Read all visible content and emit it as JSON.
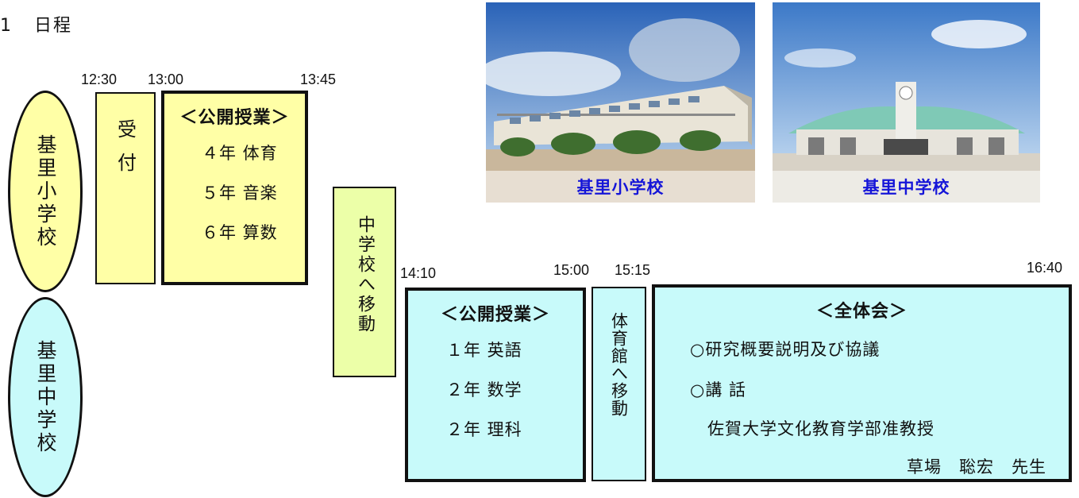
{
  "heading": {
    "number": "1",
    "title": "日程"
  },
  "schools": {
    "elementary": "基里小学校",
    "junior_high": "基里中学校"
  },
  "times": {
    "t1230": "12:30",
    "t1300": "13:00",
    "t1345": "13:45",
    "t1410": "14:10",
    "t1500": "15:00",
    "t1515": "15:15",
    "t1640": "16:40"
  },
  "reception": "受付",
  "elementary_lessons": {
    "title": "＜公開授業＞",
    "items": [
      "４年 体育",
      "５年 音楽",
      "６年 算数"
    ]
  },
  "move_to_jh": "中学校へ移動",
  "jh_lessons": {
    "title": "＜公開授業＞",
    "items": [
      "１年 英語",
      "２年 数学",
      "２年 理科"
    ]
  },
  "move_to_gym": "体育館へ移動",
  "general_meeting": {
    "title": "＜全体会＞",
    "item1": "○研究概要説明及び協議",
    "item2": "○講 話",
    "lecturer_affiliation": "佐賀大学文化教育学部准教授",
    "lecturer_name": "草場　聡宏　先生"
  },
  "photos": {
    "elementary_caption": "基里小学校",
    "junior_high_caption": "基里中学校"
  }
}
